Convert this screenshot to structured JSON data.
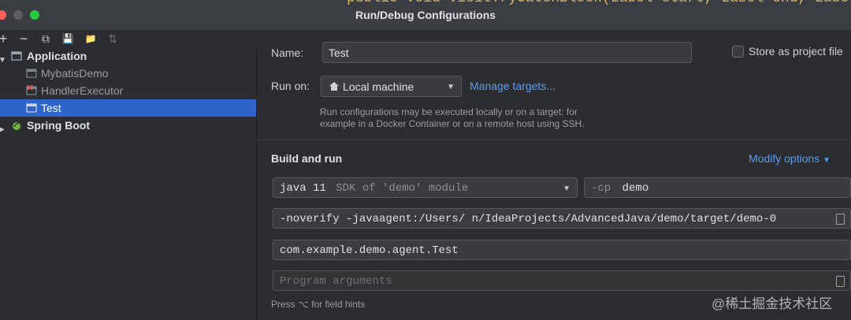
{
  "background_code": "public void visitTryCatchBlock(Label start, Label end, Label",
  "window": {
    "title": "Run/Debug Configurations"
  },
  "toolbar": {
    "add_icon": "+",
    "remove_icon": "−",
    "copy_icon": "⧉",
    "save_icon": "💾",
    "folder_icon": "📁",
    "sort_icon": "⇅"
  },
  "tree": {
    "groups": [
      {
        "label": "Application",
        "expanded": true,
        "children": [
          {
            "label": "MybatisDemo",
            "selected": false,
            "error": false
          },
          {
            "label": "HandlerExecutor",
            "selected": false,
            "error": true
          },
          {
            "label": "Test",
            "selected": true,
            "error": false
          }
        ]
      },
      {
        "label": "Spring Boot",
        "expanded": false,
        "children": []
      }
    ]
  },
  "config": {
    "name_label": "Name:",
    "name_value": "Test",
    "store_label": "Store as project file",
    "run_on_label": "Run on:",
    "run_on_value": "Local machine",
    "manage_targets": "Manage targets...",
    "run_on_hint_1": "Run configurations may be executed locally or on a target: for",
    "run_on_hint_2": "example in a Docker Container or on a remote host using SSH.",
    "section_title": "Build and run",
    "modify_options": "Modify options",
    "sdk_main": "java 11",
    "sdk_sub": "SDK of 'demo' module",
    "cp_label": "-cp",
    "cp_value": "demo",
    "vm_options": "-noverify -javaagent:/Users/       n/IdeaProjects/AdvancedJava/demo/target/demo-0",
    "main_class": "com.example.demo.agent.Test",
    "program_args_placeholder": "Program arguments",
    "field_hints": "Press ⌥ for field hints"
  },
  "watermark": "@稀土掘金技术社区",
  "colors": {
    "close": "#ff5f57",
    "minimize": "#5c5e62",
    "zoom": "#28c840",
    "selection": "#2f65ca",
    "link": "#589df6"
  }
}
